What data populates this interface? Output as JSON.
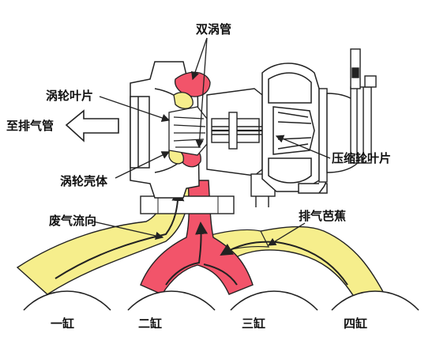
{
  "labels": {
    "twin_scroll": "双涡管",
    "turbine_blade": "涡轮叶片",
    "to_exhaust_pipe": "至排气管",
    "compressor_blade": "压缩轮叶片",
    "turbine_housing": "涡轮壳体",
    "exhaust_flow": "废气流向",
    "exhaust_manifold": "排气芭蕉"
  },
  "cylinders": [
    "一缸",
    "二缸",
    "三缸",
    "四缸"
  ],
  "colors": {
    "red_flow": "#f2546a",
    "yellow_flow": "#f6ee8c",
    "outline": "#222222",
    "arrow": "#222222"
  }
}
